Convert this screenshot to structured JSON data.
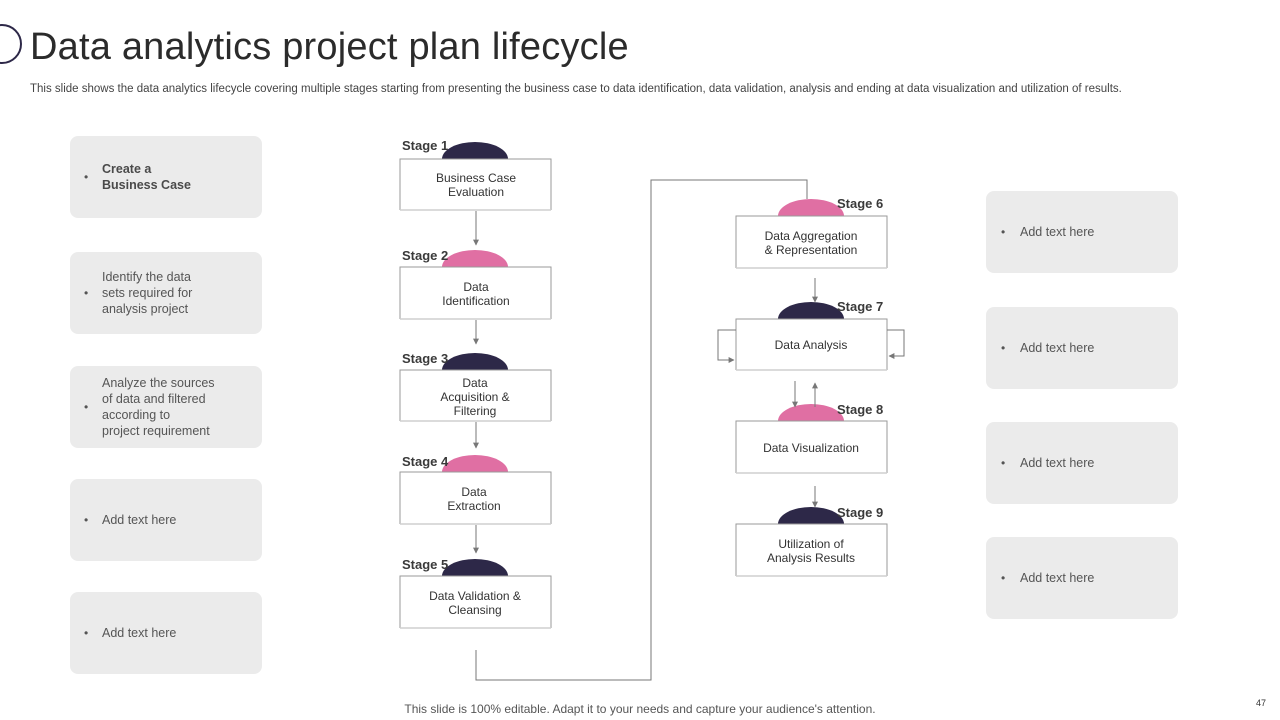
{
  "title": "Data analytics project plan lifecycle",
  "subtitle": "This slide shows the data analytics lifecycle covering multiple stages starting from presenting the business case to data identification, data validation, analysis and ending at data visualization and utilization of results.",
  "colors": {
    "navy": "#2d2848",
    "pink": "#e06fa3",
    "card": "#ebebeb",
    "line": "#777777"
  },
  "left_cards": [
    {
      "text": "Create a\nBusiness Case"
    },
    {
      "text": "Identify the data\nsets required for\nanalysis project"
    },
    {
      "text": "Analyze the sources\nof data and filtered\naccording to\nproject requirement"
    },
    {
      "text": "Add text here"
    },
    {
      "text": "Add text here"
    }
  ],
  "right_cards": [
    {
      "text": "Add text here"
    },
    {
      "text": "Add text here"
    },
    {
      "text": "Add text here"
    },
    {
      "text": "Add text here"
    }
  ],
  "bullet": "•",
  "stages": [
    {
      "label": "Stage 1",
      "text": "Business Case\nEvaluation",
      "color": "navy"
    },
    {
      "label": "Stage 2",
      "text": "Data\nIdentification",
      "color": "pink"
    },
    {
      "label": "Stage 3",
      "text": "Data\nAcquisition &\nFiltering",
      "color": "navy"
    },
    {
      "label": "Stage 4",
      "text": "Data\nExtraction",
      "color": "pink"
    },
    {
      "label": "Stage 5",
      "text": "Data Validation &\nCleansing",
      "color": "navy"
    },
    {
      "label": "Stage 6",
      "text": "Data Aggregation\n& Representation",
      "color": "pink"
    },
    {
      "label": "Stage 7",
      "text": "Data Analysis",
      "color": "navy"
    },
    {
      "label": "Stage 8",
      "text": "Data Visualization",
      "color": "pink"
    },
    {
      "label": "Stage 9",
      "text": "Utilization of\nAnalysis Results",
      "color": "navy"
    }
  ],
  "footer": "This slide is 100% editable. Adapt it to your needs and capture your audience's attention.",
  "page_number": "47"
}
